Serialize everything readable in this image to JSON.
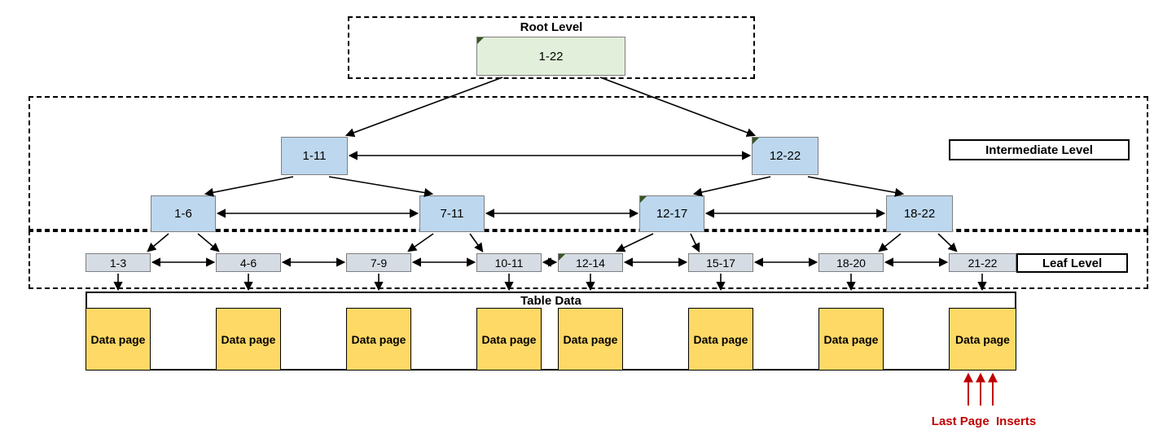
{
  "diagram": {
    "levels": {
      "root": "Root Level",
      "intermediate": "Intermediate Level",
      "leaf": "Leaf Level",
      "table": "Table Data"
    },
    "nodes": {
      "root": {
        "label": "1-22",
        "has_comment_marker": true
      },
      "intermediate_upper": [
        {
          "label": "1-11",
          "has_comment_marker": false
        },
        {
          "label": "12-22",
          "has_comment_marker": true
        }
      ],
      "intermediate_lower": [
        {
          "label": "1-6",
          "has_comment_marker": false
        },
        {
          "label": "7-11",
          "has_comment_marker": false
        },
        {
          "label": "12-17",
          "has_comment_marker": true
        },
        {
          "label": "18-22",
          "has_comment_marker": false
        }
      ],
      "leaf": [
        {
          "label": "1-3",
          "has_comment_marker": false
        },
        {
          "label": "4-6",
          "has_comment_marker": false
        },
        {
          "label": "7-9",
          "has_comment_marker": false
        },
        {
          "label": "10-11",
          "has_comment_marker": false
        },
        {
          "label": "12-14",
          "has_comment_marker": true
        },
        {
          "label": "15-17",
          "has_comment_marker": false
        },
        {
          "label": "18-20",
          "has_comment_marker": false
        },
        {
          "label": "21-22",
          "has_comment_marker": false
        }
      ]
    },
    "data_pages": [
      {
        "label": "Data page"
      },
      {
        "label": "Data page"
      },
      {
        "label": "Data page"
      },
      {
        "label": "Data page"
      },
      {
        "label": "Data page"
      },
      {
        "label": "Data page"
      },
      {
        "label": "Data page"
      },
      {
        "label": "Data page"
      }
    ],
    "annotation": {
      "last_page_inserts": "Last Page  Inserts"
    },
    "colors": {
      "root_node_fill": "#e2efda",
      "intermediate_node_fill": "#bdd7ee",
      "leaf_node_fill": "#d6dce4",
      "data_page_fill": "#ffd966",
      "annotation_red": "#c00000",
      "comment_marker_green": "#375623"
    }
  }
}
